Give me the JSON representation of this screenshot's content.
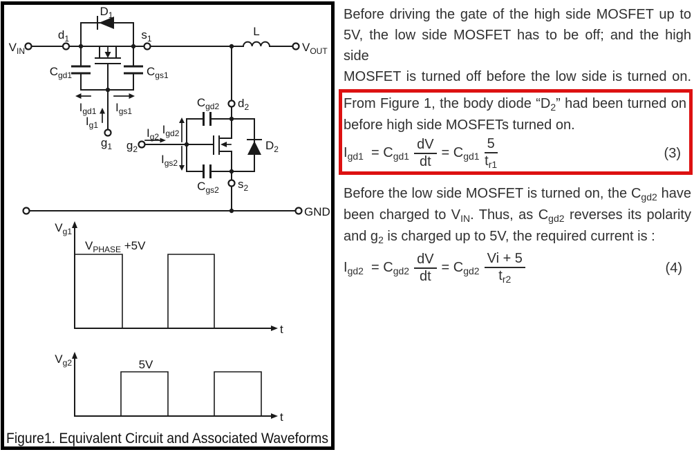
{
  "colors": {
    "highlight_border": "#dd1111",
    "ink": "#1a1a1a",
    "body_text": "#303030"
  },
  "figure": {
    "caption": "Figure1. Equivalent Circuit and Associated Waveforms",
    "nodes": {
      "vin": {
        "main": "V",
        "sub": "IN"
      },
      "vout": {
        "main": "V",
        "sub": "OUT"
      },
      "gnd": "GND",
      "inductor": "L",
      "diode1": {
        "main": "D",
        "sub": "1"
      },
      "diode2": {
        "main": "D",
        "sub": "2"
      },
      "d1": {
        "main": "d",
        "sub": "1"
      },
      "s1": {
        "main": "s",
        "sub": "1"
      },
      "g1": {
        "main": "g",
        "sub": "1"
      },
      "d2": {
        "main": "d",
        "sub": "2"
      },
      "s2": {
        "main": "s",
        "sub": "2"
      },
      "g2": {
        "main": "g",
        "sub": "2"
      },
      "cgd1": {
        "main": "C",
        "sub": "gd1"
      },
      "cgs1": {
        "main": "C",
        "sub": "gs1"
      },
      "cgd2": {
        "main": "C",
        "sub": "gd2"
      },
      "cgs2": {
        "main": "C",
        "sub": "gs2"
      },
      "igd1": {
        "main": "I",
        "sub": "gd1"
      },
      "igs1": {
        "main": "I",
        "sub": "gs1"
      },
      "ig1": {
        "main": "I",
        "sub": "g1"
      },
      "ig2": {
        "main": "I",
        "sub": "g2"
      },
      "igd2": {
        "main": "I",
        "sub": "gd2"
      },
      "igs2": {
        "main": "I",
        "sub": "gs2"
      }
    },
    "waveforms": {
      "vg1_axis": {
        "main": "V",
        "sub": "g1"
      },
      "vg2_axis": {
        "main": "V",
        "sub": "g2"
      },
      "vg1_level": {
        "main": "V",
        "sub": "PHASE",
        "tail": " +5V"
      },
      "vg2_level": "5V",
      "t1": "t",
      "t2": "t"
    }
  },
  "article": {
    "para1": {
      "lines": [
        [
          {
            "t": "Before driving the gate of the high side MOSFET up to"
          }
        ],
        [
          {
            "t": "5V, the low side MOSFET has to be off; and the high side"
          }
        ],
        [
          {
            "t": "MOSFET is turned off before the low side is turned on."
          }
        ]
      ]
    },
    "highlight": {
      "lines": [
        [
          {
            "t": "From Figure 1, the body diode “D"
          },
          {
            "t": "2",
            "sub": true
          },
          {
            "t": "” had been turned on"
          }
        ],
        [
          {
            "t": "before high side MOSFETs turned on."
          }
        ]
      ],
      "eq3": {
        "terms1": [
          {
            "t": "I"
          },
          {
            "t": "gd1",
            "sub": true
          },
          {
            "t": "  = C"
          },
          {
            "t": "gd1",
            "sub": true
          }
        ],
        "frac1_num": [
          {
            "t": "dV"
          }
        ],
        "frac1_den": [
          {
            "t": "dt"
          }
        ],
        "terms2": [
          {
            "t": "= C"
          },
          {
            "t": "gd1",
            "sub": true
          }
        ],
        "frac2_num": [
          {
            "t": "5"
          }
        ],
        "frac2_den": [
          {
            "t": "t"
          },
          {
            "t": "r1",
            "sub": true
          }
        ],
        "number": "(3)"
      }
    },
    "para2": {
      "lines": [
        [
          {
            "t": "Before the low side MOSFET is turned on, the C"
          },
          {
            "t": "gd2",
            "sub": true
          },
          {
            "t": " have"
          }
        ],
        [
          {
            "t": "been charged to V"
          },
          {
            "t": "IN",
            "sub": true
          },
          {
            "t": ". Thus, as C"
          },
          {
            "t": "gd2",
            "sub": true
          },
          {
            "t": " reverses its polarity"
          }
        ],
        [
          {
            "t": "and g"
          },
          {
            "t": "2",
            "sub": true
          },
          {
            "t": " is charged up to 5V, the required current is :"
          }
        ]
      ]
    },
    "eq4": {
      "terms1": [
        {
          "t": "I"
        },
        {
          "t": "gd2",
          "sub": true
        },
        {
          "t": "  = C"
        },
        {
          "t": "gd2",
          "sub": true
        }
      ],
      "frac1_num": [
        {
          "t": "dV"
        }
      ],
      "frac1_den": [
        {
          "t": "dt"
        }
      ],
      "terms2": [
        {
          "t": "= C"
        },
        {
          "t": "gd2",
          "sub": true
        }
      ],
      "frac2_num": [
        {
          "t": "Vi + 5"
        }
      ],
      "frac2_den": [
        {
          "t": "t"
        },
        {
          "t": "r2",
          "sub": true
        }
      ],
      "number": "(4)"
    }
  }
}
